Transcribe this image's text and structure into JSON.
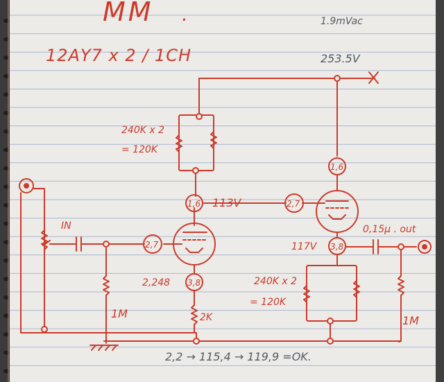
{
  "notebook": {
    "heading": "MM",
    "voltage_level": "1.9mVac",
    "tube_spec": "12AY7 x 2 / 1CH",
    "supply_voltage": "253.5V",
    "plate_resistor_1": "240K x 2",
    "plate_resistor_1_value": "= 120K",
    "plate_resistor_2": "240K x 2",
    "plate_resistor_2_value": "= 120K",
    "pin_1_6": "1,6",
    "pin_1_6_b": "1,6",
    "pin_2_7": "2,7",
    "pin_2_7_b": "2,7",
    "pin_3_8": "3,8",
    "pin_3_8_b": "3,8",
    "plate_voltage": "113V",
    "cathode_voltage": "117V",
    "cathode_voltage_1": "2,248",
    "input_label": "IN",
    "output_label": "0,15μ . out",
    "grid_resistor_1": "1M",
    "grid_resistor_2": "1M",
    "cathode_resistor": "2K",
    "footnote": "2,2 → 115,4 → 119,9 =OK."
  },
  "colors": {
    "paper": "#ecebe8",
    "rule_line": "#a9b7cf",
    "margin_line": "#c58a8a",
    "ink": "#cc3a2a",
    "binding": "#4a4a4a"
  }
}
